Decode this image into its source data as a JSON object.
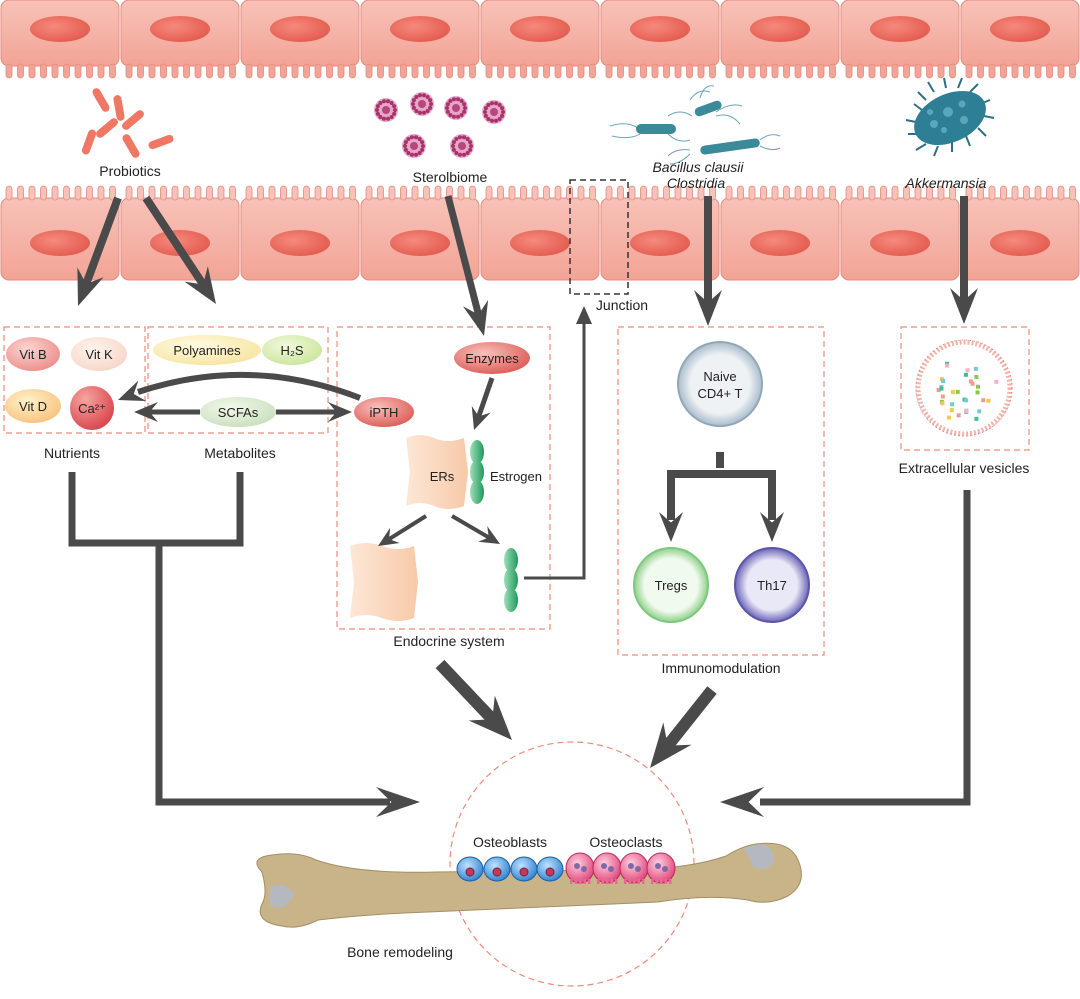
{
  "labels": {
    "probiotics": "Probiotics",
    "sterolbiome": "Sterolbiome",
    "bacillus_clausii": "Bacillus clausii",
    "clostridia": "Clostridia",
    "akkermansia": "Akkermansia",
    "junction": "Junction",
    "nutrients": "Nutrients",
    "metabolites": "Metabolites",
    "endocrine_system": "Endocrine system",
    "immunomodulation": "Immunomodulation",
    "extracellular_vesicles": "Extracellular vesicles",
    "bone_remodeling": "Bone remodeling",
    "osteoblasts": "Osteoblasts",
    "osteoclasts": "Osteoclasts"
  },
  "nutrients": [
    "Vit B",
    "Vit K",
    "Vit D",
    "Ca²⁺"
  ],
  "metabolites": [
    "Polyamines",
    "H₂S",
    "SCFAs"
  ],
  "iPTH": "iPTH",
  "endocrine": {
    "enzymes": "Enzymes",
    "ers": "ERs",
    "estrogen": "Estrogen"
  },
  "immune": {
    "naive_line1": "Naive",
    "naive_line2": "CD4+ T",
    "tregs": "Tregs",
    "th17": "Th17"
  },
  "colors": {
    "cell_fill": "#f6b3a9",
    "cell_stroke": "#e58a7d",
    "nucleus": "#ec6a5e",
    "arrow": "#4a4a4a",
    "dashed_box": "#ef8a7a",
    "bone": "#c9b48a",
    "osteoblast": "#3a8fd8",
    "osteoclast": "#e0457a",
    "probiotic": "#ef7763",
    "sterol": "#b4477e",
    "bacteria": "#3a8a9a"
  }
}
